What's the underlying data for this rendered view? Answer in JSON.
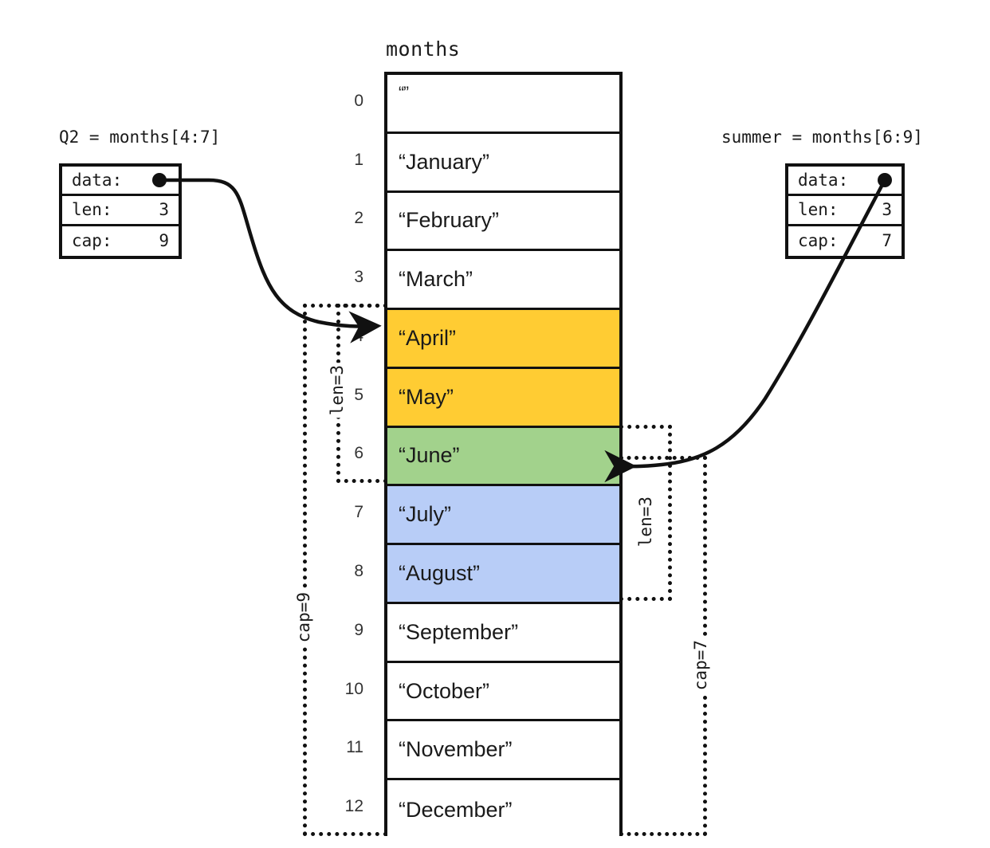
{
  "diagram": {
    "title": "months",
    "array_label": "months",
    "cells": [
      {
        "index": "0",
        "value": "“”",
        "fill": "none"
      },
      {
        "index": "1",
        "value": "“January”",
        "fill": "none"
      },
      {
        "index": "2",
        "value": "“February”",
        "fill": "none"
      },
      {
        "index": "3",
        "value": "“March”",
        "fill": "none"
      },
      {
        "index": "4",
        "value": "“April”",
        "fill": "yellow"
      },
      {
        "index": "5",
        "value": "“May”",
        "fill": "yellow"
      },
      {
        "index": "6",
        "value": "“June”",
        "fill": "green"
      },
      {
        "index": "7",
        "value": "“July”",
        "fill": "blue"
      },
      {
        "index": "8",
        "value": "“August”",
        "fill": "blue"
      },
      {
        "index": "9",
        "value": "“September”",
        "fill": "none"
      },
      {
        "index": "10",
        "value": "“October”",
        "fill": "none"
      },
      {
        "index": "11",
        "value": "“November”",
        "fill": "none"
      },
      {
        "index": "12",
        "value": "“December”",
        "fill": "none"
      }
    ],
    "slices": [
      {
        "id": "q2",
        "caption": "Q2 = months[4:7]",
        "fields": [
          {
            "key": "data:",
            "value": ""
          },
          {
            "key": "len:",
            "value": "3"
          },
          {
            "key": "cap:",
            "value": "9"
          }
        ],
        "len_bracket_label": "len=3",
        "cap_bracket_label": "cap=9",
        "points_to_index": "4",
        "highlight_color": "#FFCC33"
      },
      {
        "id": "summer",
        "caption": "summer = months[6:9]",
        "fields": [
          {
            "key": "data:",
            "value": ""
          },
          {
            "key": "len:",
            "value": "3"
          },
          {
            "key": "cap:",
            "value": "7"
          }
        ],
        "len_bracket_label": "len=3",
        "cap_bracket_label": "cap=7",
        "points_to_index": "6",
        "highlight_color": "#B8CDF7"
      }
    ],
    "colors": {
      "yellow": "#FFCC33",
      "green": "#A2D28C",
      "blue": "#B8CDF7",
      "stroke": "#111111",
      "background": "#FFFFFF"
    }
  }
}
